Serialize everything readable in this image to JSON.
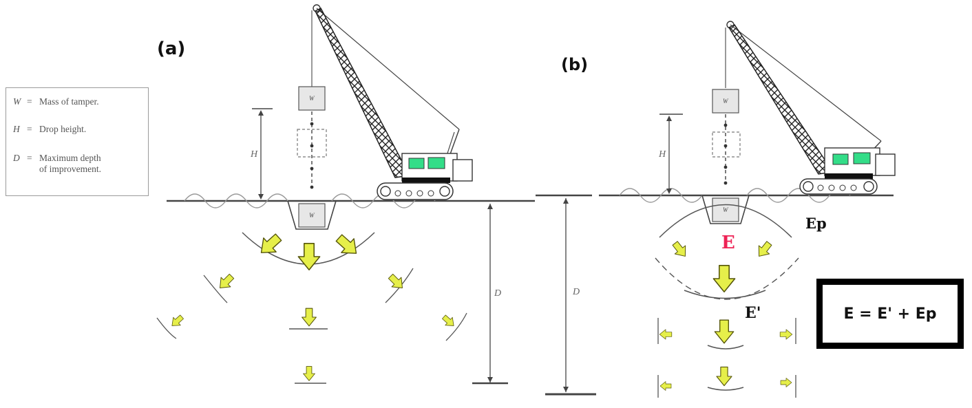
{
  "panels": {
    "a": {
      "label": "(a)"
    },
    "b": {
      "label": "(b)"
    }
  },
  "legend": [
    {
      "symbol": "W",
      "eq": "=",
      "text": "Mass of tamper."
    },
    {
      "symbol": "H",
      "eq": "=",
      "text": "Drop height."
    },
    {
      "symbol": "D",
      "eq": "=",
      "text": "Maximum depth",
      "text2": "of improvement."
    }
  ],
  "dimensions": {
    "height": "H",
    "depth": "D",
    "weight": "W"
  },
  "energy": {
    "total": "E",
    "total_color": "#ee2255",
    "plastic": "Ep",
    "transmitted": "E'"
  },
  "formula": "E = E' + Ep",
  "colors": {
    "arrow_fill": "#e6ef4a",
    "arrow_stroke": "#55550a",
    "cab_window": "#33dd88",
    "line": "#444444"
  }
}
